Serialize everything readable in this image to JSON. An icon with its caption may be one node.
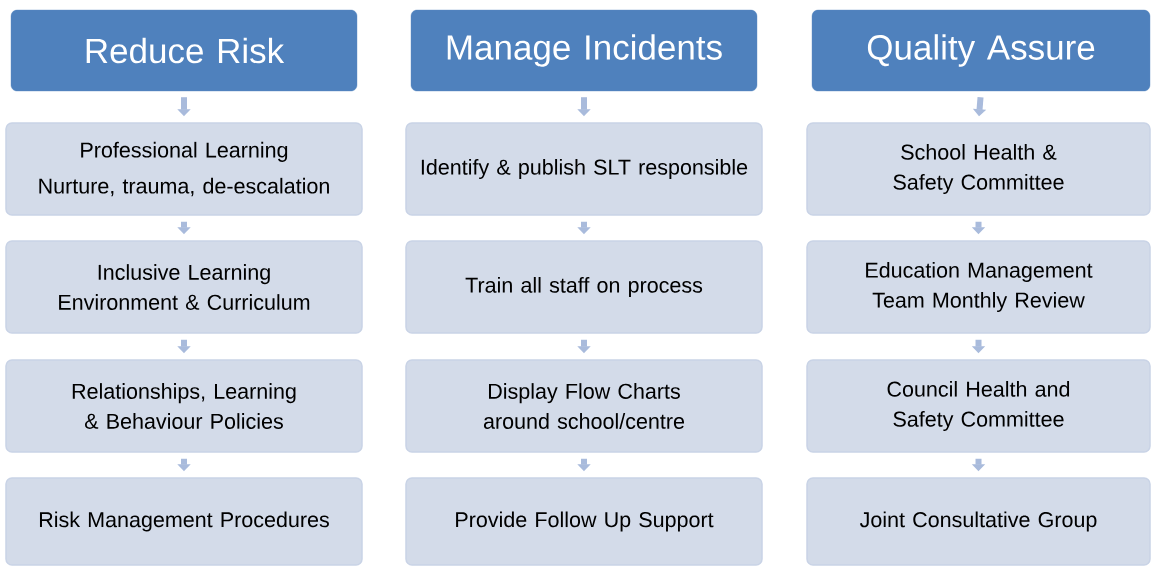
{
  "diagram": {
    "nodes": [
      {
        "text": [
          "Reduce Risk"
        ]
      },
      {
        "text": [
          "Professional Learning",
          "Nurture, trauma, de-escalation"
        ]
      },
      {
        "text": [
          "Inclusive Learning Environment & Curriculum"
        ]
      },
      {
        "text": [
          "Relationships, Learning & Behaviour Policies"
        ]
      },
      {
        "text": [
          "Risk Management Procedures"
        ]
      },
      {
        "text": [
          "Manage Incidents"
        ]
      },
      {
        "text": [
          "Identify & publish SLT responsible"
        ]
      },
      {
        "text": [
          "Train all staff on process"
        ]
      },
      {
        "text": [
          "Display Flow Charts around school/centre"
        ]
      },
      {
        "text": [
          "Provide Follow Up Support"
        ]
      },
      {
        "text": [
          "Quality Assure"
        ]
      },
      {
        "text": [
          "School Health & Safety Committee"
        ]
      },
      {
        "text": [
          "Education Management Team Monthly Review"
        ]
      },
      {
        "text": [
          "Council Health and Safety Committee"
        ]
      },
      {
        "text": [
          "Joint Consultative Group"
        ]
      }
    ],
    "edges": [
      {
        "from": 0,
        "to": 1,
        "arrow": "to"
      },
      {
        "from": 1,
        "to": 2,
        "arrow": "to"
      },
      {
        "from": 2,
        "to": 3,
        "arrow": "to"
      },
      {
        "from": 3,
        "to": 4,
        "arrow": "to"
      },
      {
        "from": 5,
        "to": 6,
        "arrow": "to"
      },
      {
        "from": 6,
        "to": 7,
        "arrow": "to"
      },
      {
        "from": 7,
        "to": 8,
        "arrow": "to"
      },
      {
        "from": 8,
        "to": 9,
        "arrow": "to"
      },
      {
        "from": 10,
        "to": 11,
        "arrow": "to"
      },
      {
        "from": 11,
        "to": 12,
        "arrow": "to"
      },
      {
        "from": 12,
        "to": 13,
        "arrow": "to"
      },
      {
        "from": 13,
        "to": 14,
        "arrow": "to"
      }
    ]
  }
}
